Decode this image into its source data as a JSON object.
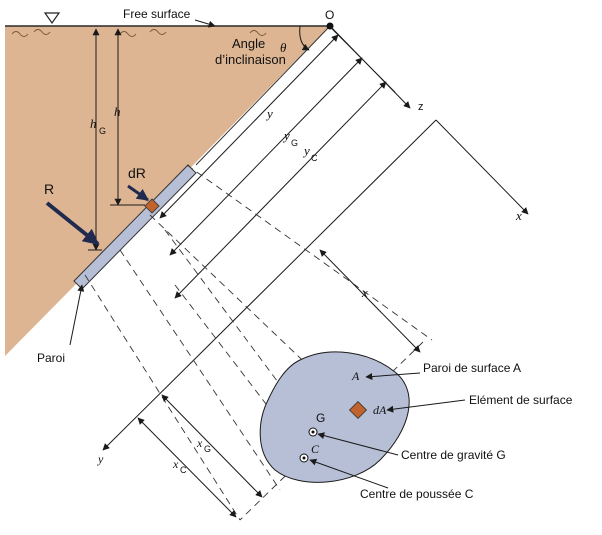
{
  "labels": {
    "free_surface": "Free surface",
    "origin": "O",
    "angle_line1": "Angle",
    "angle_line2": "d’inclinaison",
    "theta": "θ",
    "h": "h",
    "hG_main": "h",
    "hG_sub": "G",
    "y": "y",
    "yG_main": "y",
    "yG_sub": "G",
    "yC_main": "y",
    "yC_sub": "C",
    "z": "z",
    "x_axis": "x",
    "x_dim": "x",
    "R": "R",
    "dR": "dR",
    "paroi": "Paroi",
    "A": "A",
    "dA": "dA",
    "G": "G",
    "C": "C",
    "y_axis": "y",
    "xG_main": "x",
    "xG_sub": "G",
    "xC_main": "x",
    "xC_sub": "C",
    "paroi_surface": "Paroi de surface A",
    "element_surface": "Elément de surface",
    "centre_gravite": "Centre de gravité G",
    "centre_poussee": "Centre de poussée  C"
  },
  "colors": {
    "fluid": "#ddb592",
    "plate": "#b7bfd6",
    "element": "#c0632c",
    "line": "#1a1a1a",
    "arrow": "#1f2a4e"
  }
}
